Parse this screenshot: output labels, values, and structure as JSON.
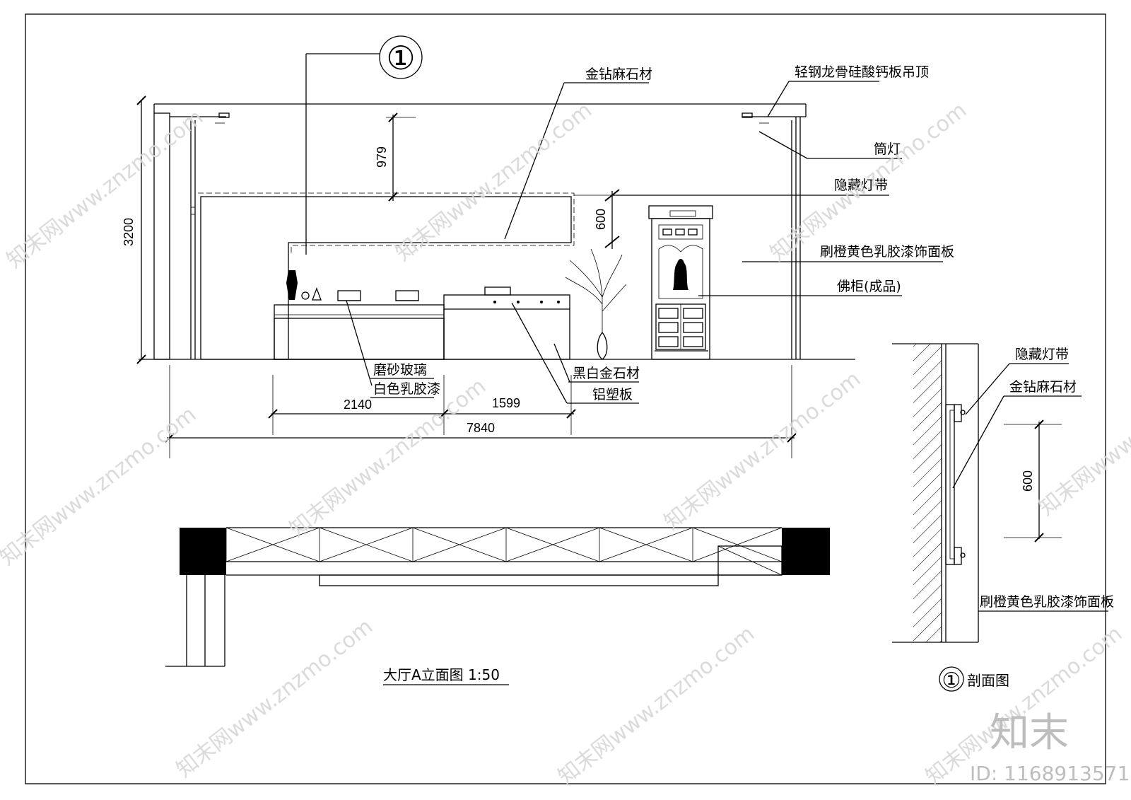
{
  "drawing": {
    "title": "大厅A立面图 1:50",
    "section_title": "剖面图",
    "section_marker": "①",
    "section_marker_small": "①"
  },
  "labels": {
    "stone_top": "金钻麻石材",
    "ceiling": "轻钢龙骨硅酸钙板吊顶",
    "downlight": "筒灯",
    "hidden_light": "隐藏灯带",
    "panel": "刷橙黄色乳胶漆饰面板",
    "cabinet": "佛柜(成品)",
    "frosted_glass": "磨砂玻璃",
    "white_paint": "白色乳胶漆",
    "black_white_stone": "黑白金石材",
    "aluminum_panel": "铝塑板",
    "sec_hidden_light": "隐藏灯带",
    "sec_stone": "金钻麻石材",
    "sec_panel": "刷橙黄色乳胶漆饰面板"
  },
  "dimensions": {
    "height": "3200",
    "top_gap": "979",
    "band": "600",
    "left_seg": "2140",
    "right_seg": "1599",
    "total": "7840",
    "section_band": "600"
  },
  "watermark": {
    "site": "www.znzmo.com",
    "brand": "知末网",
    "logo": "知末",
    "id": "ID: 1168913571"
  }
}
